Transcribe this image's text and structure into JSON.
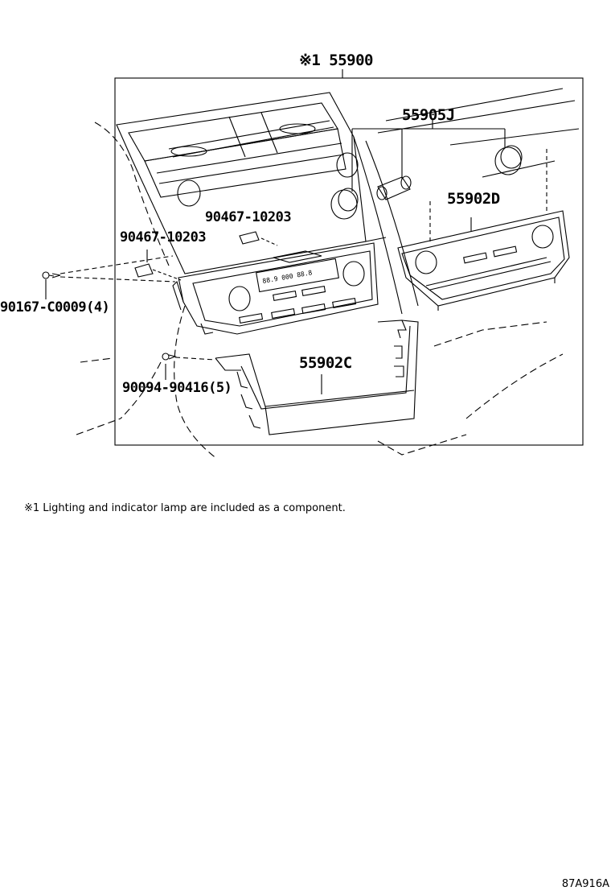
{
  "labels": {
    "assembly": "※1 55900",
    "knob": "55905J",
    "panel_d": "55902D",
    "clip_upper": "90467-10203",
    "clip_left": "90467-10203",
    "screw_left": "90167-C0009(4)",
    "panel_c": "55902C",
    "screw_lower": "90094-90416(5)"
  },
  "note": "※1 Lighting and indicator lamp are included as a component.",
  "diagram_code": "87A916A"
}
